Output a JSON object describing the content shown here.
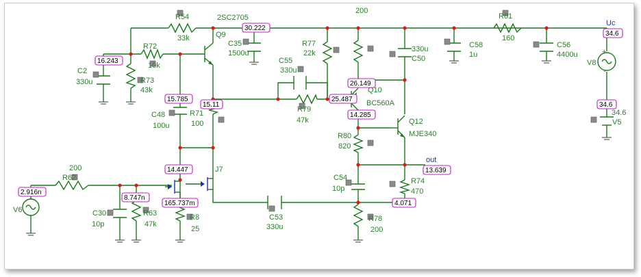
{
  "top_label": "200",
  "components": {
    "R54": {
      "name": "R54",
      "value": "33k"
    },
    "Q9": {
      "name": "Q9",
      "value": "2SC2705"
    },
    "C35": {
      "name": "C35",
      "value": "1500u"
    },
    "R77": {
      "name": "R77",
      "value": "22k"
    },
    "R81": {
      "name": "R81",
      "value": "160"
    },
    "C58": {
      "name": "C58",
      "value": "1u"
    },
    "C56": {
      "name": "C56",
      "value": "4400u"
    },
    "C50": {
      "name": "C50",
      "value": "330u"
    },
    "Uc": {
      "name": "Uc"
    },
    "V8": {
      "name": "V8"
    },
    "V5": {
      "name": "V5",
      "value": "34.6"
    },
    "R72": {
      "name": "R72",
      "value": "10k"
    },
    "R73": {
      "name": "R73",
      "value": "43k"
    },
    "C2": {
      "name": "C2",
      "value": "330u"
    },
    "C55": {
      "name": "C55",
      "value": "330u"
    },
    "Q10": {
      "name": "Q10",
      "value": "BC560A"
    },
    "R79": {
      "name": "R79",
      "value": "47k"
    },
    "C48": {
      "name": "C48",
      "value": "100u"
    },
    "R71": {
      "name": "R71",
      "value": "100"
    },
    "Q12": {
      "name": "Q12",
      "value": "MJE340"
    },
    "R80": {
      "name": "R80",
      "value": "820"
    },
    "J7": {
      "name": "J7"
    },
    "R62": {
      "name": "R62",
      "value": "200"
    },
    "C54": {
      "name": "C54",
      "value": "10p"
    },
    "R74": {
      "name": "R74",
      "value": "470"
    },
    "V6": {
      "name": "V6"
    },
    "C30": {
      "name": "C30",
      "value": "10p"
    },
    "R63": {
      "name": "R63",
      "value": "47k"
    },
    "R8": {
      "name": "R8",
      "value": "25"
    },
    "C53": {
      "name": "C53",
      "value": "330u"
    },
    "R78": {
      "name": "R78",
      "value": "200"
    }
  },
  "net_labels": {
    "out": "out"
  },
  "probes": {
    "p1": "30.222",
    "p2": "34.6",
    "p3": "16.243",
    "p4": "26.149",
    "p5": "25.487",
    "p6": "15.785",
    "p7": "15.11",
    "p8": "14.285",
    "p9": "34.6",
    "p10": "14.447",
    "p11": "13.639",
    "p12": "2.916n",
    "p13": "8.747n",
    "p14": "165.737m",
    "p15": "4.071"
  }
}
